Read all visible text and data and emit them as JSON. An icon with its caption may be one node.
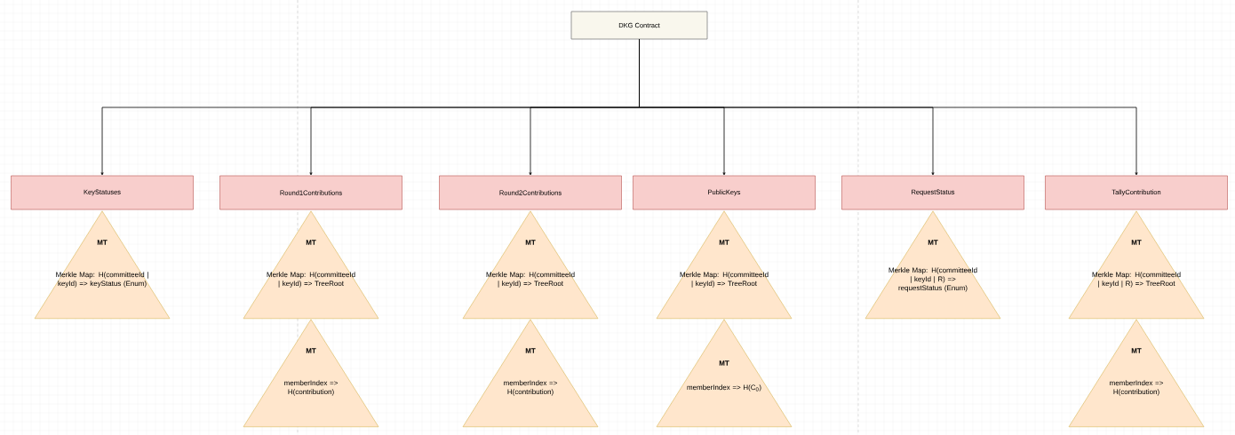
{
  "diagram": {
    "nodes": [
      {
        "text": [
          "DKG Contract"
        ]
      },
      {
        "text": [
          "KeyStatuses"
        ]
      },
      {
        "text": [
          "Round1Contributions"
        ]
      },
      {
        "text": [
          "Round2Contributions"
        ]
      },
      {
        "text": [
          "PublicKeys"
        ]
      },
      {
        "text": [
          "RequestStatus"
        ]
      },
      {
        "text": [
          "TallyContribution"
        ]
      },
      {
        "text": [
          "MT",
          "Merkle Map: H(committeeId | keyId) => keyStatus (Enum)"
        ]
      },
      {
        "text": [
          "MT",
          "Merkle Map: H(committeeId | keyId) => TreeRoot"
        ]
      },
      {
        "text": [
          "MT",
          "Merkle Map: H(committeeId | keyId) => TreeRoot"
        ]
      },
      {
        "text": [
          "MT",
          "Merkle Map: H(committeeId | keyId) => TreeRoot"
        ]
      },
      {
        "text": [
          "MT",
          "Merkle Map: H(committeeId | keyId | R) => requestStatus (Enum)"
        ]
      },
      {
        "text": [
          "MT",
          "Merkle Map: H(committeeId | keyId | R) => TreeRoot"
        ]
      },
      {
        "text": [
          "MT",
          "memberIndex => H(contribution)"
        ]
      },
      {
        "text": [
          "MT",
          "memberIndex => H(contribution)"
        ]
      },
      {
        "text": [
          "MT",
          "memberIndex => H(C$_{0}$)"
        ]
      },
      {
        "text": [
          "MT",
          "memberIndex => H(contribution)"
        ]
      }
    ],
    "edges": [
      {
        "from": 0,
        "to": 1,
        "arrow": "to"
      },
      {
        "from": 0,
        "to": 2,
        "arrow": "to"
      },
      {
        "from": 0,
        "to": 3,
        "arrow": "to"
      },
      {
        "from": 0,
        "to": 4,
        "arrow": "to"
      },
      {
        "from": 0,
        "to": 5,
        "arrow": "to"
      },
      {
        "from": 0,
        "to": 6,
        "arrow": "to"
      }
    ]
  }
}
